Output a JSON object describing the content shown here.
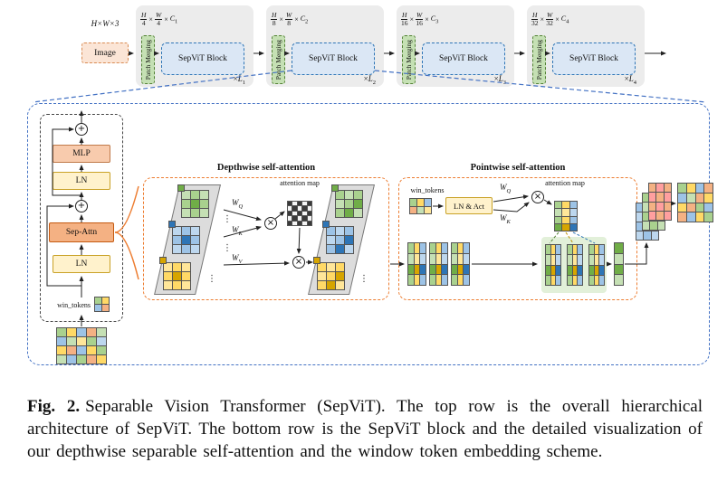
{
  "colors": {
    "accent_blue": "#4472c4",
    "accent_orange": "#ed7d31",
    "stage_bg": "#ececec",
    "palette": {
      "g1": "#a9d18e",
      "g2": "#c5e0b4",
      "g3": "#70ad47",
      "y1": "#ffd966",
      "y2": "#ffe699",
      "y3": "#d6a500",
      "b1": "#9dc3e6",
      "b2": "#bdd7ee",
      "b3": "#2e75b6",
      "o1": "#f4b183",
      "o2": "#f8cbad",
      "r1": "#ff9f9f",
      "k": "#3a3a3a",
      "w": "#f5f5f5"
    }
  },
  "symbols": {
    "add": "+",
    "multiply": "×",
    "times": "×",
    "vdots": "⋮"
  },
  "top_row": {
    "input_dims": "H×W×3",
    "input_label": "Image",
    "stages": [
      {
        "num1": "H",
        "den1": "4",
        "num2": "W",
        "den2": "4",
        "ch": "C",
        "ch_sub": "1",
        "pm": "Patch Merging",
        "block": "SepViT Block",
        "rep_times": "×",
        "rep_l": "L",
        "rep_sub": "1"
      },
      {
        "num1": "H",
        "den1": "8",
        "num2": "W",
        "den2": "8",
        "ch": "C",
        "ch_sub": "2",
        "pm": "Patch Merging",
        "block": "SepViT Block",
        "rep_times": "×",
        "rep_l": "L",
        "rep_sub": "2"
      },
      {
        "num1": "H",
        "den1": "16",
        "num2": "W",
        "den2": "16",
        "ch": "C",
        "ch_sub": "3",
        "pm": "Patch Merging",
        "block": "SepViT Block",
        "rep_times": "×",
        "rep_l": "L",
        "rep_sub": "3"
      },
      {
        "num1": "H",
        "den1": "32",
        "num2": "W",
        "den2": "32",
        "ch": "C",
        "ch_sub": "4",
        "pm": "Patch Merging",
        "block": "SepViT Block",
        "rep_times": "×",
        "rep_l": "L",
        "rep_sub": "4"
      }
    ]
  },
  "block": {
    "mlp": "MLP",
    "ln_top": "LN",
    "sep_attn": "Sep-Attn",
    "ln_bottom": "LN",
    "win_tokens": "win_tokens"
  },
  "depthwise": {
    "title": "Depthwise self-attention",
    "wq": "W",
    "wq_sub": "Q",
    "wk": "W",
    "wk_sub": "K",
    "wv": "W",
    "wv_sub": "V",
    "attention_map": "attention map"
  },
  "pointwise": {
    "title": "Pointwise self-attention",
    "win_tokens": "win_tokens",
    "ln_act": "LN & Act",
    "wq": "W",
    "wq_sub": "Q",
    "wk": "W",
    "wk_sub": "K",
    "attention_map": "attention map"
  },
  "caption": {
    "label": "Fig. 2.",
    "text": "Separable Vision Transformer (SepViT). The top row is the overall hierarchical architecture of SepViT. The bottom row is the SepViT block and the detailed visualization of our depthwise separable self-attention and the window token embedding scheme."
  },
  "grids": {
    "block_win_tokens": {
      "cells": [
        [
          "g1",
          "y1"
        ],
        [
          "b1",
          "o1"
        ]
      ]
    },
    "input_feature": {
      "cells": [
        [
          "g1",
          "y1",
          "b1",
          "o1",
          "g2"
        ],
        [
          "b1",
          "g2",
          "y2",
          "g1",
          "b2"
        ],
        [
          "y1",
          "o1",
          "b1",
          "y1",
          "g1"
        ],
        [
          "g2",
          "b1",
          "g1",
          "o1",
          "y1"
        ]
      ]
    },
    "dw_in_green": {
      "cells": [
        [
          "g2",
          "g1",
          "g2"
        ],
        [
          "g1",
          "g3",
          "g1"
        ],
        [
          "g2",
          "g1",
          "g2"
        ]
      ]
    },
    "dw_in_blue": {
      "cells": [
        [
          "b2",
          "b1",
          "b2"
        ],
        [
          "b1",
          "b3",
          "b1"
        ],
        [
          "b2",
          "b1",
          "b2"
        ]
      ]
    },
    "dw_in_yellow": {
      "cells": [
        [
          "y2",
          "y1",
          "y2"
        ],
        [
          "y1",
          "y3",
          "y1"
        ],
        [
          "y2",
          "y1",
          "y2"
        ]
      ]
    },
    "dw_out_green": {
      "cells": [
        [
          "g1",
          "g2",
          "g1"
        ],
        [
          "g2",
          "g1",
          "g3"
        ],
        [
          "g1",
          "g3",
          "g2"
        ]
      ]
    },
    "dw_out_blue": {
      "cells": [
        [
          "b1",
          "b2",
          "b1"
        ],
        [
          "b2",
          "b1",
          "b3"
        ],
        [
          "b1",
          "b3",
          "b2"
        ]
      ]
    },
    "dw_out_yellow": {
      "cells": [
        [
          "y1",
          "y2",
          "y1"
        ],
        [
          "y2",
          "y1",
          "y3"
        ],
        [
          "y1",
          "y3",
          "y2"
        ]
      ]
    },
    "token_green": {
      "cells": [
        [
          "g3"
        ]
      ]
    },
    "token_blue": {
      "cells": [
        [
          "b3"
        ]
      ]
    },
    "token_yellow": {
      "cells": [
        [
          "y3"
        ]
      ]
    },
    "attn_checker": {
      "cells": [
        [
          "k",
          "w",
          "k",
          "w",
          "k"
        ],
        [
          "w",
          "k",
          "w",
          "k",
          "w"
        ],
        [
          "k",
          "w",
          "k",
          "w",
          "k"
        ],
        [
          "w",
          "k",
          "w",
          "k",
          "w"
        ],
        [
          "k",
          "w",
          "k",
          "w",
          "k"
        ]
      ]
    },
    "pw_win_tokens": {
      "cells": [
        [
          "g1",
          "y1",
          "b1"
        ],
        [
          "o1",
          "g2",
          "y2"
        ]
      ]
    },
    "pw_attn_map": {
      "cells": [
        [
          "g1",
          "y1",
          "b1"
        ],
        [
          "g2",
          "y2",
          "b2"
        ],
        [
          "g1",
          "y1",
          "b1"
        ],
        [
          "g3",
          "y3",
          "b3"
        ]
      ]
    },
    "pw_value": {
      "cells": [
        [
          "g1",
          "y1",
          "b1"
        ],
        [
          "g2",
          "y2",
          "b2"
        ],
        [
          "g3",
          "y3",
          "b3"
        ],
        [
          "g1",
          "y1",
          "b1"
        ]
      ]
    },
    "pw_out_strip": {
      "cells": [
        [
          "g3"
        ],
        [
          "g2"
        ],
        [
          "g3"
        ],
        [
          "g2"
        ]
      ]
    },
    "stack_a": {
      "cells": [
        [
          "o1",
          "r1",
          "o1"
        ],
        [
          "r1",
          "o1",
          "r1"
        ],
        [
          "o1",
          "r1",
          "o1"
        ],
        [
          "r1",
          "o1",
          "r1"
        ]
      ]
    },
    "stack_b": {
      "cells": [
        [
          "g1",
          "g2",
          "g1"
        ],
        [
          "g2",
          "g1",
          "g2"
        ],
        [
          "g1",
          "g2",
          "g1"
        ],
        [
          "g2",
          "g1",
          "g2"
        ]
      ]
    },
    "stack_c": {
      "cells": [
        [
          "b1",
          "b2",
          "b1"
        ],
        [
          "b2",
          "b1",
          "b2"
        ],
        [
          "b1",
          "b2",
          "b1"
        ],
        [
          "b2",
          "b1",
          "b2"
        ]
      ]
    },
    "final_grid": {
      "cells": [
        [
          "g1",
          "y1",
          "b1",
          "o1"
        ],
        [
          "b1",
          "g2",
          "o1",
          "y1"
        ],
        [
          "y1",
          "o1",
          "g1",
          "b1"
        ],
        [
          "o1",
          "b1",
          "y1",
          "g1"
        ]
      ]
    }
  }
}
